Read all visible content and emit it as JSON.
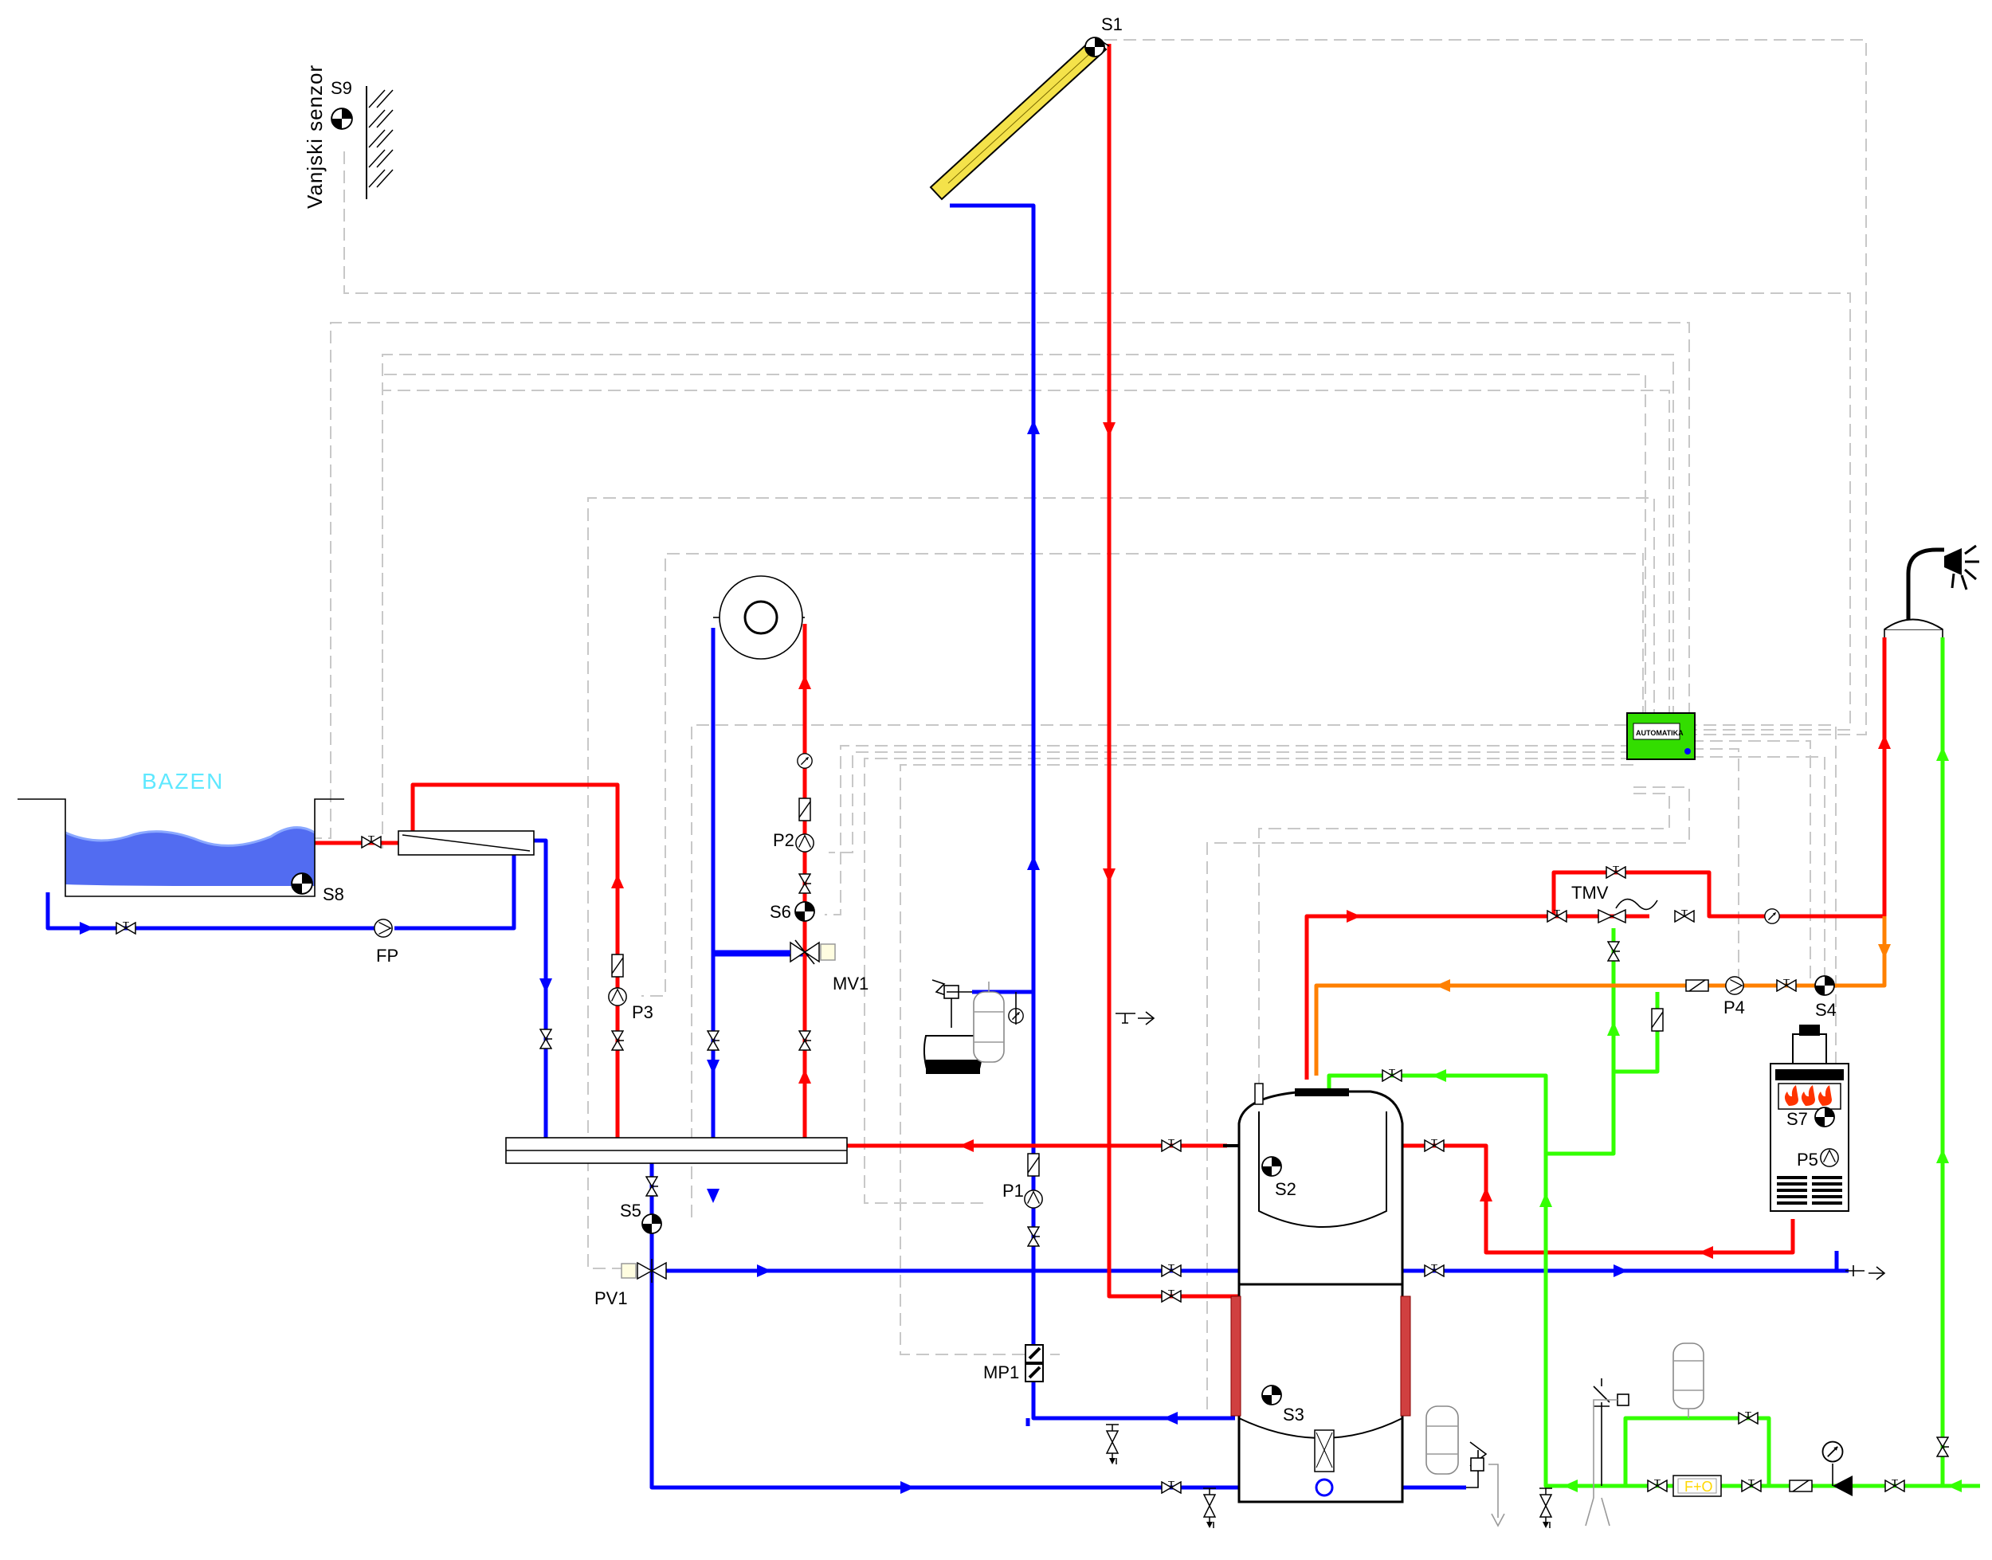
{
  "labels": {
    "outdoor_sensor": "Vanjski senzor",
    "pool": "BAZEN",
    "controller": "AUTOMATIKA",
    "gauge": "F+O",
    "S1": "S1",
    "S2": "S2",
    "S3": "S3",
    "S4": "S4",
    "S5": "S5",
    "S6": "S6",
    "S7": "S7",
    "S8": "S8",
    "S9": "S9",
    "P1": "P1",
    "P2": "P2",
    "P3": "P3",
    "P4": "P4",
    "P5": "P5",
    "FP": "FP",
    "MV1": "MV1",
    "PV1": "PV1",
    "MP1": "MP1",
    "TMV": "TMV"
  },
  "colors": {
    "hot": "#ff0000",
    "cold": "#0000ff",
    "potable": "#33ff00",
    "recirculation": "#ff8000",
    "control": "#c8c8c8",
    "pool_label": "#5ee8ff",
    "controller_body": "#33dd00",
    "collector": "#f4e24a"
  },
  "icons": [
    "valve-icon",
    "pump-icon",
    "sensor-icon",
    "manometer-icon",
    "check-valve-icon",
    "safety-valve-icon",
    "expansion-vessel-icon",
    "shower-icon",
    "flame-icon"
  ]
}
